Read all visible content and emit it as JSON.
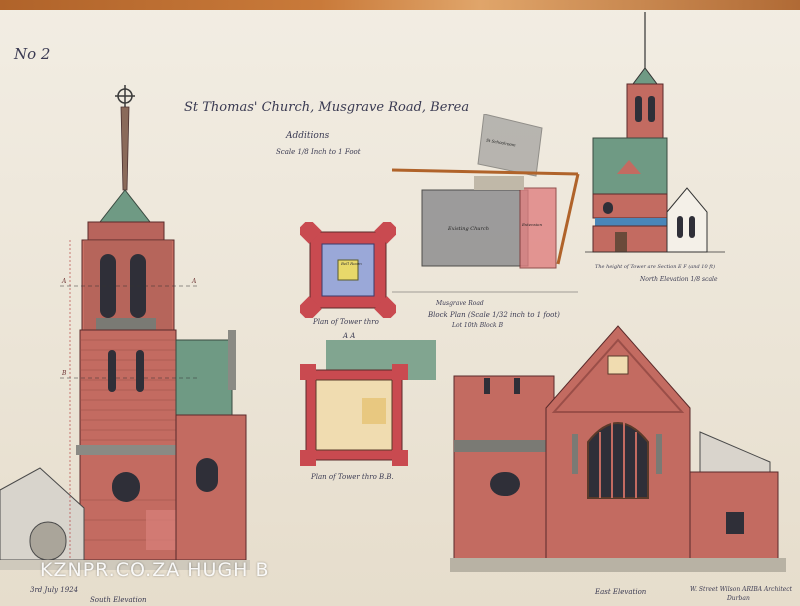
{
  "sheet": {
    "number": "No 2",
    "title": "St Thomas' Church, Musgrave Road, Berea",
    "subtitle": "Additions",
    "scale": "Scale 1/8 Inch to 1 Foot"
  },
  "plans": {
    "tower_a": "Plan of Tower thro",
    "tower_a_section": "A A",
    "tower_b": "Plan of Tower thro B.B.",
    "tower_room": "Bell Room",
    "block_plan": "Block Plan (Scale 1/32 inch to 1 foot)",
    "block_plan_sub": "Lot 10th Block B",
    "musgrave_road": "Musgrave Road",
    "block_labels": {
      "existing_church": "Existing Church",
      "extension": "Extension",
      "schoolroom": "St Schoolroom"
    }
  },
  "elevations": {
    "south": "South Elevation",
    "east": "East Elevation",
    "north": "North Elevation 1/8 scale",
    "north_note": "The height of Tower are Section E F (and 10 ft)",
    "section_a": "A",
    "section_b": "B"
  },
  "footer": {
    "date": "3rd July 1924",
    "architect": "W. Street Wilson ARIBA Architect",
    "city": "Durban"
  },
  "watermark": "KZNPR.CO.ZA HUGH B"
}
